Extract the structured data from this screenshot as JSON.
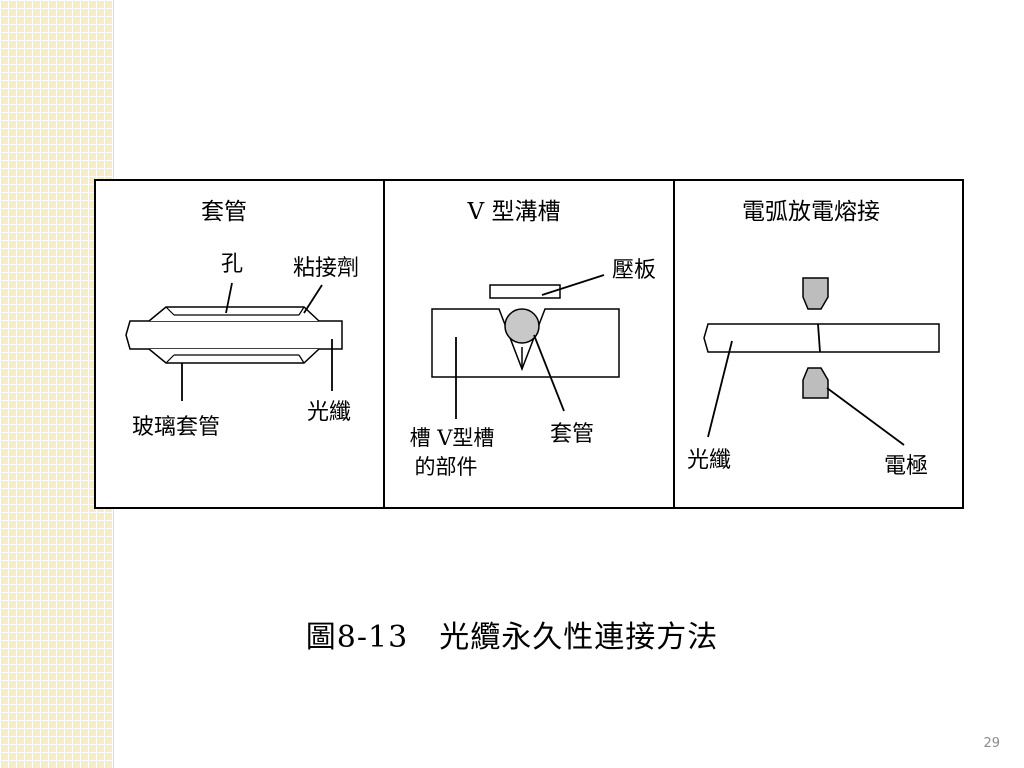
{
  "slide": {
    "caption": "圖8-13　光纜永久性連接方法",
    "page_number": "29"
  },
  "panels": {
    "sleeve": {
      "title": "套管",
      "label_hole": "孔",
      "label_adhesive": "粘接劑",
      "label_glass_sleeve": "玻璃套管",
      "label_fiber": "光纖"
    },
    "vgroove": {
      "title": "V 型溝槽",
      "label_plate": "壓板",
      "label_sleeve": "套管",
      "label_part_line1": "槽 V型槽",
      "label_part_line2": "的部件"
    },
    "arc": {
      "title": "電弧放電熔接",
      "label_fiber": "光纖",
      "label_electrode": "電極"
    }
  }
}
